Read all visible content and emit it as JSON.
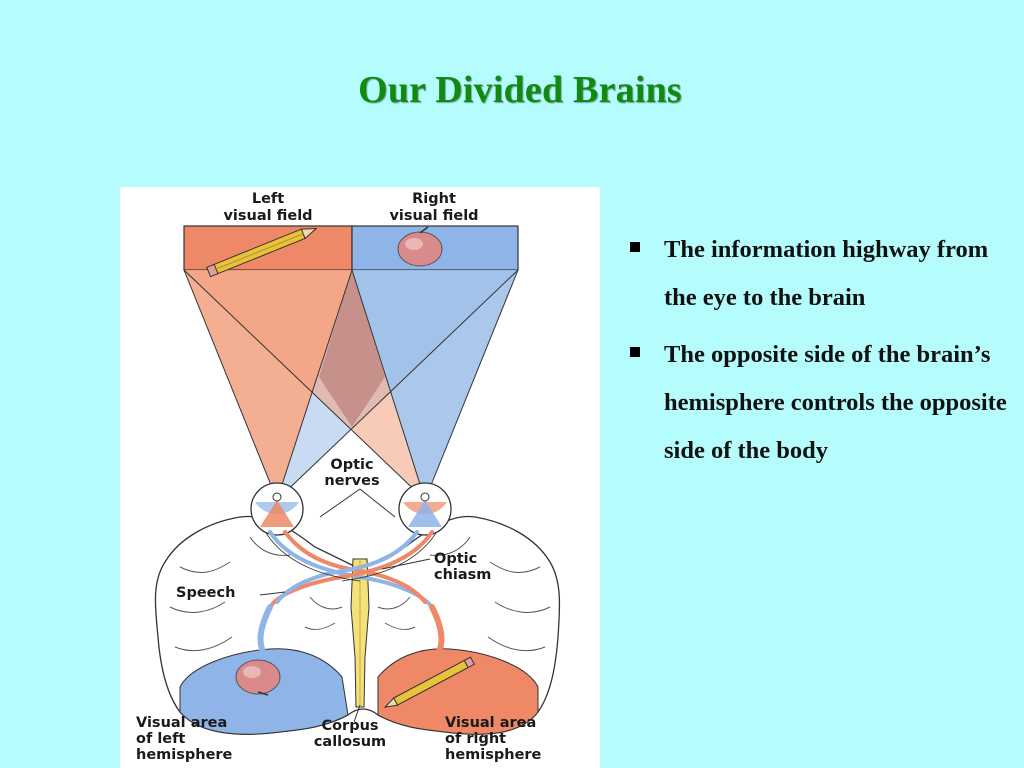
{
  "slide": {
    "title": "Our Divided Brains",
    "bullets": [
      "The information highway from the eye to the brain",
      "The opposite side of the brain’s hemisphere controls the opposite side of the body"
    ]
  },
  "figure": {
    "labels": {
      "left_field_1": "Left",
      "left_field_2": "visual field",
      "right_field_1": "Right",
      "right_field_2": "visual field",
      "optic_nerves_1": "Optic",
      "optic_nerves_2": "nerves",
      "optic_chiasm_1": "Optic",
      "optic_chiasm_2": "chiasm",
      "speech": "Speech",
      "visual_left_1": "Visual area",
      "visual_left_2": "of left",
      "visual_left_3": "hemisphere",
      "corpus_1": "Corpus",
      "corpus_2": "callosum",
      "visual_right_1": "Visual area",
      "visual_right_2": "of right",
      "visual_right_3": "hemisphere"
    },
    "icons": [
      "pencil-icon",
      "apple-icon"
    ]
  },
  "colors": {
    "background": "#b5fdfd",
    "title": "#128a12",
    "left_field": "#ee8866",
    "right_field": "#8eb4e8"
  }
}
